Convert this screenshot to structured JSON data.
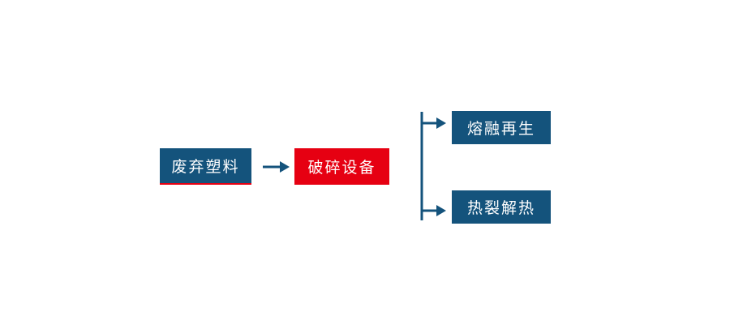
{
  "diagram": {
    "title": "waste-plastic-recycling-flow",
    "background": "#ffffff",
    "colors": {
      "primary_blue": "#14537c",
      "accent_red": "#e60012",
      "node_text": "#ffffff",
      "connector": "#14537c"
    },
    "nodes": [
      {
        "id": "waste-plastic",
        "label": "废弃塑料",
        "fill": "#14537c"
      },
      {
        "id": "crushing-equipment",
        "label": "破碎设备",
        "fill": "#e60012"
      },
      {
        "id": "melt-regeneration",
        "label": "熔融再生",
        "fill": "#14537c"
      },
      {
        "id": "pyrolysis-heat",
        "label": "热裂解热",
        "fill": "#14537c"
      }
    ],
    "edges": [
      {
        "from": "waste-plastic",
        "to": "crushing-equipment"
      },
      {
        "from": "crushing-equipment",
        "to": "melt-regeneration"
      },
      {
        "from": "crushing-equipment",
        "to": "pyrolysis-heat"
      }
    ]
  }
}
